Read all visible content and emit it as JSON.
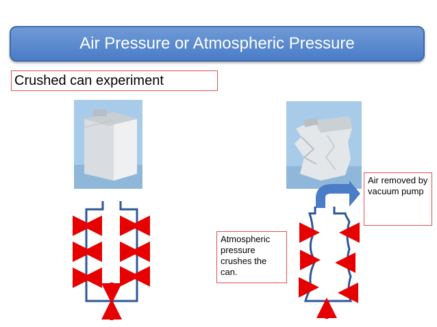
{
  "slide": {
    "title": "Air Pressure or Atmospheric Pressure",
    "subtitle": "Crushed can experiment",
    "notes": {
      "air_removed": "Air removed by vacuum pump",
      "atmospheric": "Atmospheric pressure crushes the can."
    }
  },
  "colors": {
    "title_fill": "#5b88cc",
    "diagram_stroke": "#2f5597",
    "arrow": "#e60000",
    "photo_background": "#9cc4e4"
  }
}
